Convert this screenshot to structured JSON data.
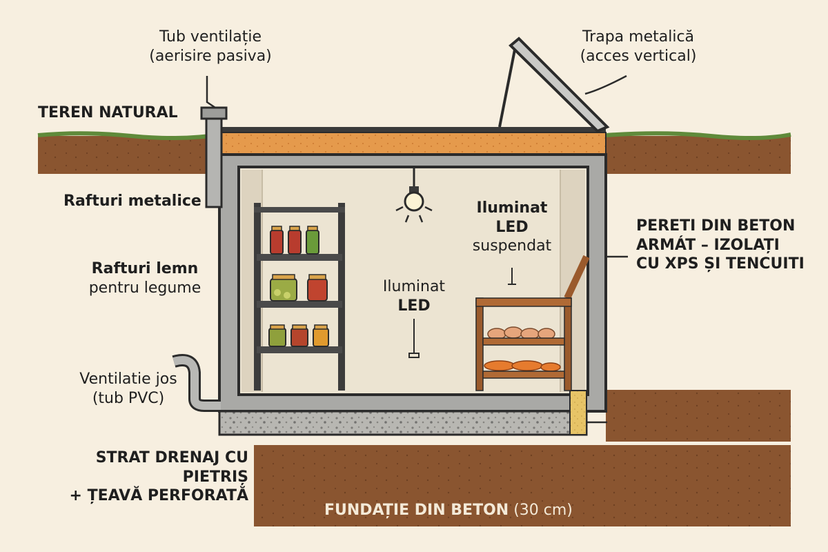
{
  "labels": {
    "vent_tube": {
      "title": "Tub ventilație",
      "subtitle": "(aerisire pasiva)"
    },
    "hatch": {
      "title": "Trapa metalică",
      "subtitle": "(acces vertical)"
    },
    "ground": "TEREN NATURAL",
    "metal_shelves": "Rafturi metalice",
    "wood_shelves": {
      "title": "Rafturi lemn",
      "subtitle": "pentru legume"
    },
    "low_vent": {
      "title": "Ventilatie jos",
      "subtitle": "(tub PVC)"
    },
    "drainage": {
      "line1": "STRAT DRENAJ CU",
      "line2": "PIETRIȘ",
      "line3": "+ ȚEAVĂ PERFORATĂ"
    },
    "walls": {
      "line1": "PERETI DIN BETON",
      "line2": "ARMÁT – IZOLAȚI",
      "line3": "CU XPS ȘI TENCUITI"
    },
    "led_center": {
      "line1": "Iluminat",
      "line2": "LED"
    },
    "led_suspended": {
      "line1": "Iluminat",
      "line2": "LED",
      "line3": "suspendat"
    },
    "foundation": {
      "text": "FUNDAȚIE DIN BETON",
      "thickness": "(30 cm)"
    }
  },
  "colors": {
    "background": "#f7efe0",
    "soil": "#8a5530",
    "grass": "#5f8a3a",
    "concrete": "#a9a9a6",
    "insulation": "#e59a4c",
    "interior": "#ece4d2",
    "wood": "#9a5a2c",
    "outline": "#2b2b2b"
  }
}
